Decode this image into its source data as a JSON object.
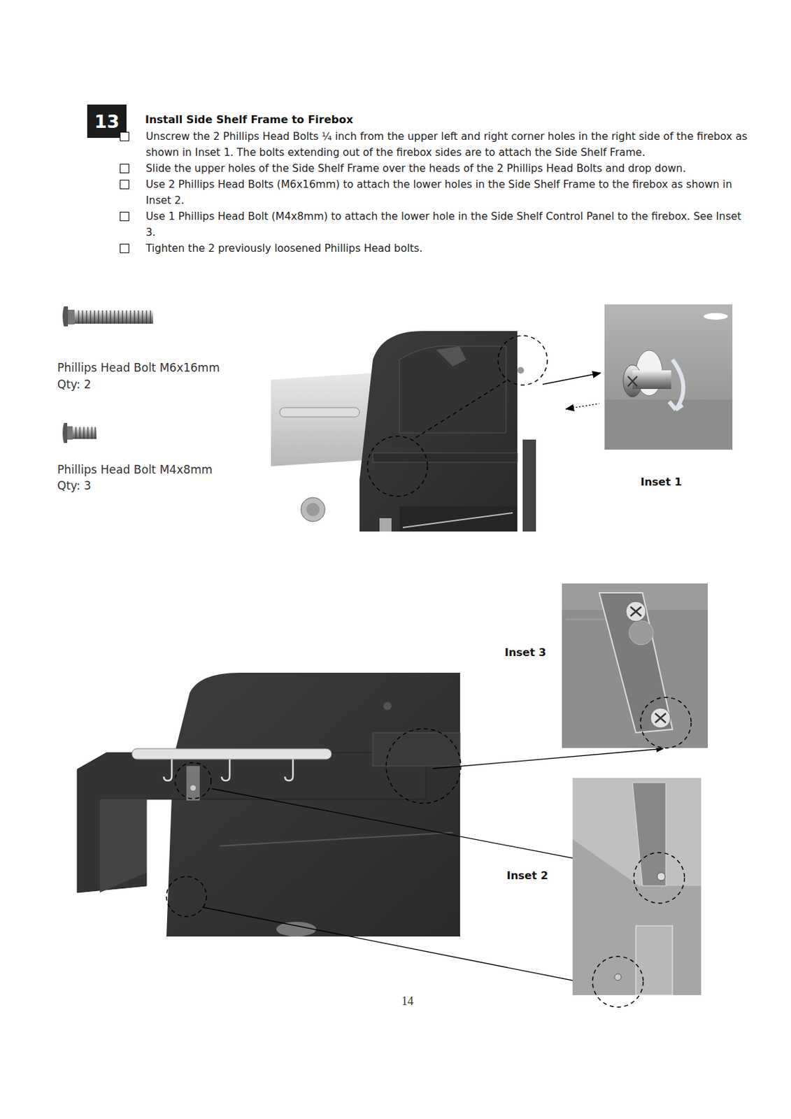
{
  "diagram": {
    "title": "Install Side Shelf Frame to Firebox",
    "nodes": [
      {
        "text": [
          "13"
        ]
      }
    ],
    "labels": [
      "Unscrew the 2 Phillips Head Bolts ¼ inch from the upper left and right corner holes in the right side of the firebox as shown in Inset 1. The bolts extending out of the firebox sides are to attach the Side Shelf Frame.",
      "Slide the upper holes of the Side Shelf Frame over the heads of the 2 Phillips Head Bolts and drop down.",
      "Use 2 Phillips Head Bolts (M6x16mm) to attach the lower holes in the Side Shelf Frame to the firebox as shown in Inset 2.",
      "Use 1 Phillips Head Bolt (M4x8mm) to attach the lower hole in the Side Shelf Control Panel to the firebox. See Inset 3.",
      "Tighten the 2 previously loosened Phillips Head bolts.",
      "Phillips Head Bolt M6x16mm",
      "Qty: 2",
      "Phillips Head Bolt M4x8mm",
      "Qty: 3",
      "Inset 1",
      "Inset 3",
      "Inset 2",
      "14"
    ]
  }
}
